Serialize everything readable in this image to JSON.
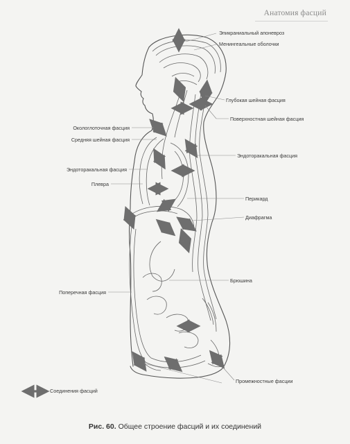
{
  "header": {
    "title": "Анатомия фасций"
  },
  "labels": {
    "epicranial": "Эпикраниальный апоневроз",
    "meninges": "Менингеальные оболочки",
    "deep_cervical": "Глубокая шейная фасция",
    "superficial_cervical": "Поверхностная шейная фасция",
    "endothoracic_right": "Эндоторакальная фасция",
    "perithyroid": "Окологлоточная фасция",
    "middle_cervical": "Средняя шейная фасция",
    "endothoracic_left": "Эндоторакальная фасция",
    "pleura": "Плевра",
    "pericardium": "Перикард",
    "diaphragm": "Диафрагма",
    "peritoneum": "Брюшина",
    "transverse": "Поперечная фасция",
    "perineal": "Промежностные фасции"
  },
  "legend": {
    "label": "Соединения фасций"
  },
  "caption": {
    "number": "Рис. 60.",
    "text": " Общее строение фасций и их соединений"
  },
  "colors": {
    "ink": "#555555",
    "arrow": "#6e6e6e",
    "leader": "#8a8a8a",
    "background": "#f4f4f2"
  }
}
